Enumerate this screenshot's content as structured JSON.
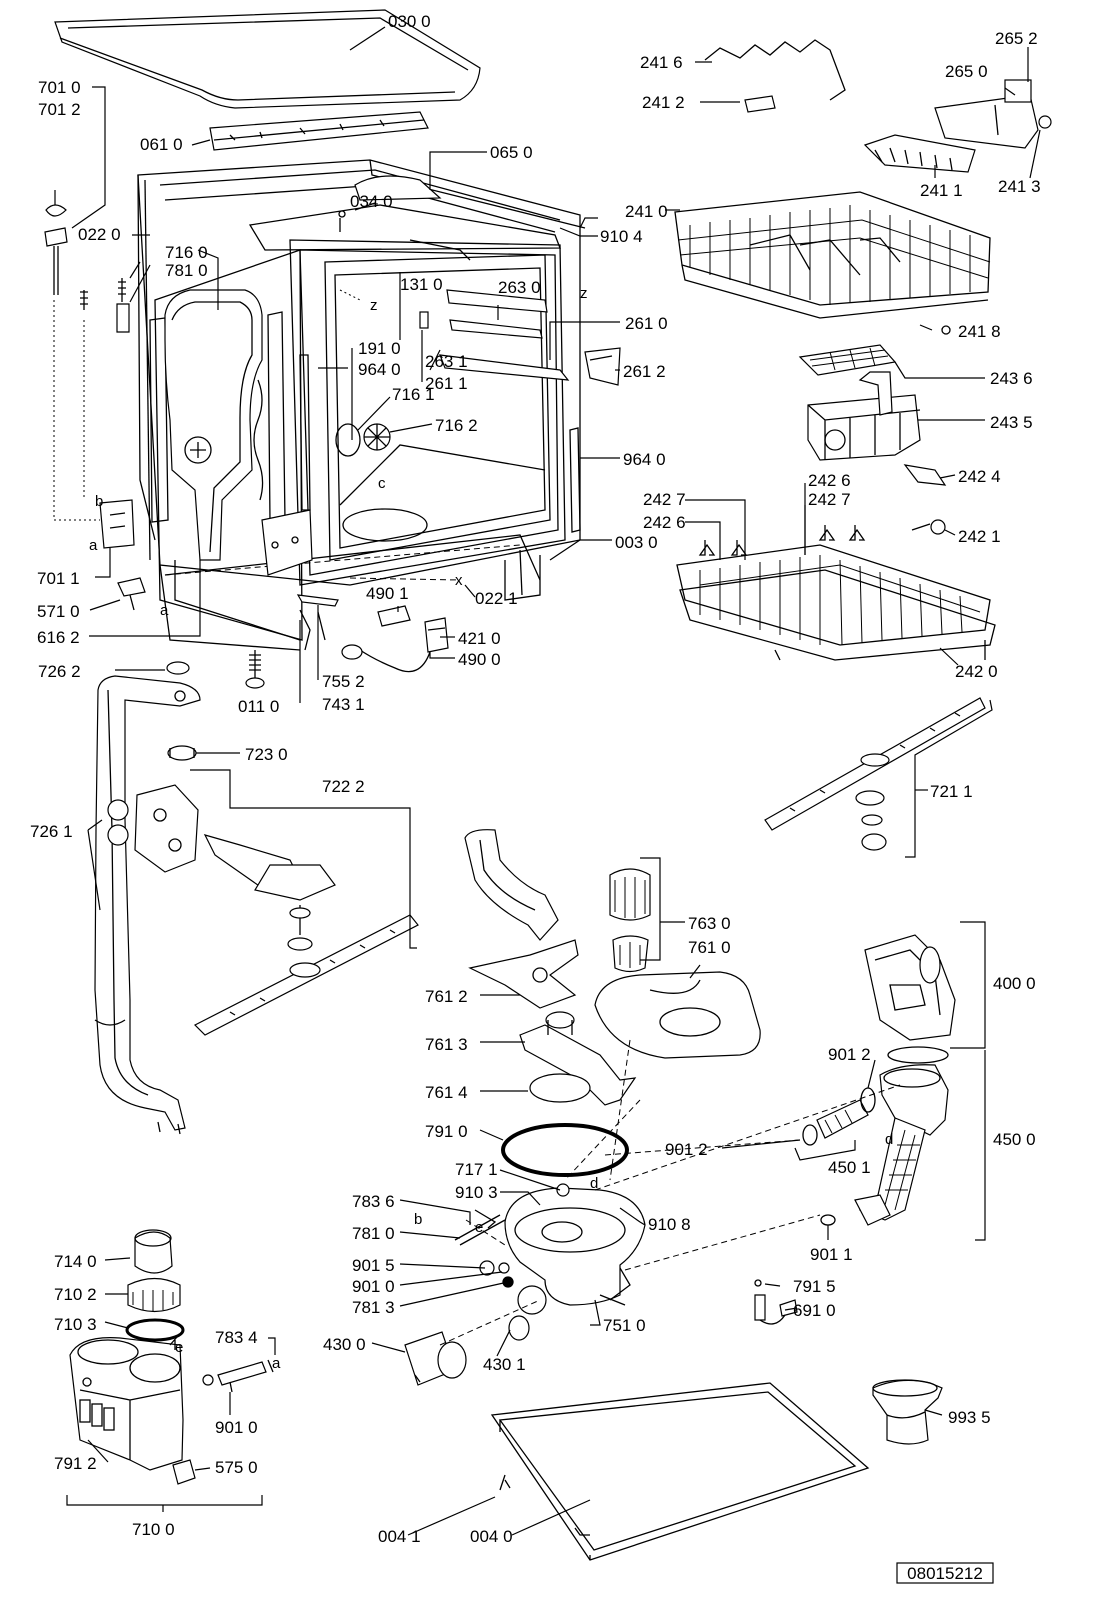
{
  "diagram": {
    "drawing_number": "08015212",
    "labels": [
      {
        "id": "l0300",
        "text": "030 0"
      },
      {
        "id": "l7010",
        "text": "701 0"
      },
      {
        "id": "l7012",
        "text": "701 2"
      },
      {
        "id": "l0610",
        "text": "061 0"
      },
      {
        "id": "l0650",
        "text": "065 0"
      },
      {
        "id": "l0220",
        "text": "022 0"
      },
      {
        "id": "l0340",
        "text": "034 0"
      },
      {
        "id": "l9104",
        "text": "910 4"
      },
      {
        "id": "l7160",
        "text": "716 0"
      },
      {
        "id": "l7810a",
        "text": "781 0"
      },
      {
        "id": "l1310",
        "text": "131 0"
      },
      {
        "id": "l2630",
        "text": "263 0"
      },
      {
        "id": "l2610",
        "text": "261 0"
      },
      {
        "id": "l1910",
        "text": "191 0"
      },
      {
        "id": "l9640a",
        "text": "964 0"
      },
      {
        "id": "l2631",
        "text": "263 1"
      },
      {
        "id": "l2611",
        "text": "261 1"
      },
      {
        "id": "l2612",
        "text": "261 2"
      },
      {
        "id": "l7161",
        "text": "716 1"
      },
      {
        "id": "l7162",
        "text": "716 2"
      },
      {
        "id": "l9640b",
        "text": "964 0"
      },
      {
        "id": "l0030",
        "text": "003 0"
      },
      {
        "id": "l7011",
        "text": "701 1"
      },
      {
        "id": "l5710",
        "text": "571 0"
      },
      {
        "id": "l6162",
        "text": "616 2"
      },
      {
        "id": "l4901",
        "text": "490 1"
      },
      {
        "id": "l0221",
        "text": "022 1"
      },
      {
        "id": "l4210",
        "text": "421 0"
      },
      {
        "id": "l4900",
        "text": "490 0"
      },
      {
        "id": "l7262",
        "text": "726 2"
      },
      {
        "id": "l7552",
        "text": "755 2"
      },
      {
        "id": "l0110",
        "text": "011 0"
      },
      {
        "id": "l7431",
        "text": "743 1"
      },
      {
        "id": "l7230",
        "text": "723 0"
      },
      {
        "id": "l7222",
        "text": "722 2"
      },
      {
        "id": "l7261",
        "text": "726 1"
      },
      {
        "id": "l2416",
        "text": "241 6"
      },
      {
        "id": "l2652",
        "text": "265 2"
      },
      {
        "id": "l2650",
        "text": "265 0"
      },
      {
        "id": "l2412",
        "text": "241 2"
      },
      {
        "id": "l2411",
        "text": "241 1"
      },
      {
        "id": "l2413",
        "text": "241 3"
      },
      {
        "id": "l2410",
        "text": "241 0"
      },
      {
        "id": "l2418",
        "text": "241 8"
      },
      {
        "id": "l2436",
        "text": "243 6"
      },
      {
        "id": "l2435",
        "text": "243 5"
      },
      {
        "id": "l2424",
        "text": "242 4"
      },
      {
        "id": "l2426a",
        "text": "242 6"
      },
      {
        "id": "l2427a",
        "text": "242 7"
      },
      {
        "id": "l2427b",
        "text": "242 7"
      },
      {
        "id": "l2426b",
        "text": "242 6"
      },
      {
        "id": "l2421",
        "text": "242 1"
      },
      {
        "id": "l2420",
        "text": "242 0"
      },
      {
        "id": "l7211",
        "text": "721 1"
      },
      {
        "id": "l7630",
        "text": "763 0"
      },
      {
        "id": "l7610",
        "text": "761 0"
      },
      {
        "id": "l4000",
        "text": "400 0"
      },
      {
        "id": "l7612",
        "text": "761 2"
      },
      {
        "id": "l7613",
        "text": "761 3"
      },
      {
        "id": "l9012a",
        "text": "901 2"
      },
      {
        "id": "l7614",
        "text": "761 4"
      },
      {
        "id": "l4500",
        "text": "450 0"
      },
      {
        "id": "l7910",
        "text": "791 0"
      },
      {
        "id": "l9012b",
        "text": "901 2"
      },
      {
        "id": "l4501",
        "text": "450 1"
      },
      {
        "id": "l7171",
        "text": "717 1"
      },
      {
        "id": "l9103",
        "text": "910 3"
      },
      {
        "id": "l7836",
        "text": "783 6"
      },
      {
        "id": "l9108",
        "text": "910 8"
      },
      {
        "id": "l7810b",
        "text": "781 0"
      },
      {
        "id": "l9011",
        "text": "901 1"
      },
      {
        "id": "l7140",
        "text": "714 0"
      },
      {
        "id": "l9015",
        "text": "901 5"
      },
      {
        "id": "l7102",
        "text": "710 2"
      },
      {
        "id": "l9010a",
        "text": "901 0"
      },
      {
        "id": "l7915",
        "text": "791 5"
      },
      {
        "id": "l7813",
        "text": "781 3"
      },
      {
        "id": "l6910",
        "text": "691 0"
      },
      {
        "id": "l7103",
        "text": "710 3"
      },
      {
        "id": "l7834",
        "text": "783 4"
      },
      {
        "id": "l7510",
        "text": "751 0"
      },
      {
        "id": "l4300",
        "text": "430 0"
      },
      {
        "id": "l4301",
        "text": "430 1"
      },
      {
        "id": "l9010b",
        "text": "901 0"
      },
      {
        "id": "l9935",
        "text": "993 5"
      },
      {
        "id": "l7912",
        "text": "791 2"
      },
      {
        "id": "l5750",
        "text": "575 0"
      },
      {
        "id": "l7100",
        "text": "710 0"
      },
      {
        "id": "l0041",
        "text": "004 1"
      },
      {
        "id": "l0040",
        "text": "004 0"
      }
    ],
    "reference_letters": {
      "z": "z",
      "b": "b",
      "a": "a",
      "c": "c",
      "x": "x",
      "d": "d",
      "e": "e"
    }
  }
}
